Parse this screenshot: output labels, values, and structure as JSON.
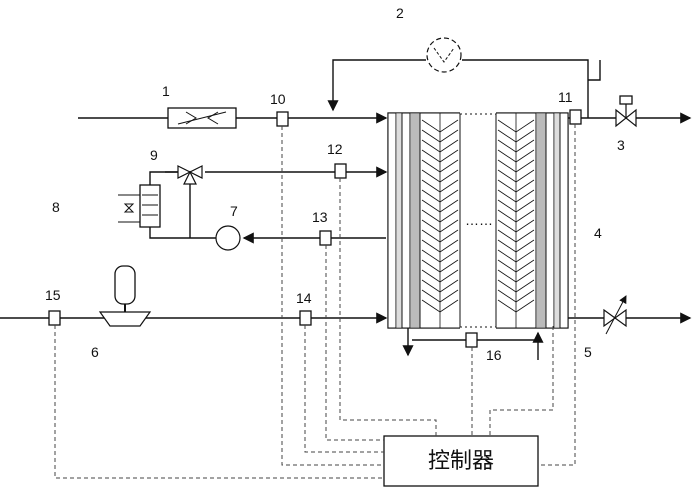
{
  "labels": {
    "n1": "1",
    "n2": "2",
    "n3": "3",
    "n4": "4",
    "n5": "5",
    "n6": "6",
    "n7": "7",
    "n8": "8",
    "n9": "9",
    "n10": "10",
    "n11": "11",
    "n12": "12",
    "n13": "13",
    "n14": "14",
    "n15": "15",
    "n16": "16"
  },
  "controller": {
    "label": "控制器"
  },
  "center_dots": "……"
}
